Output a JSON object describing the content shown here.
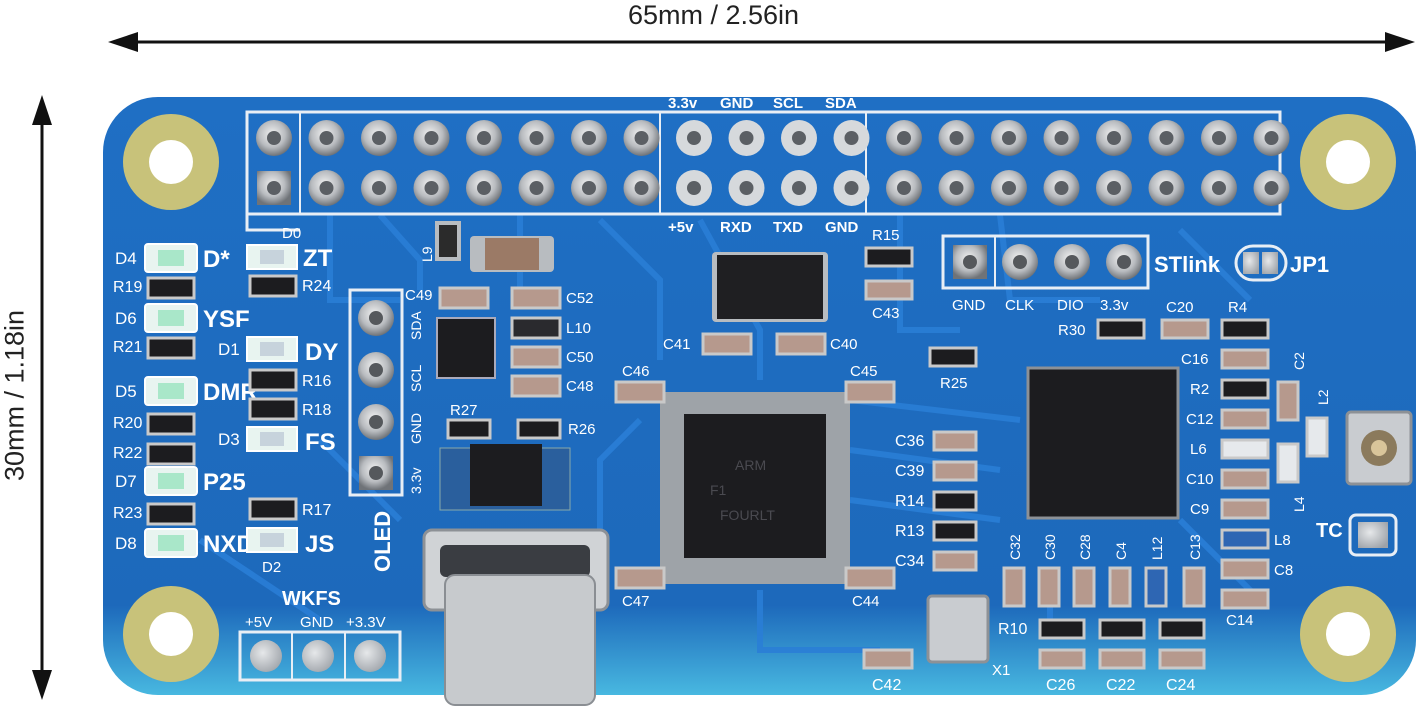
{
  "dimensions": {
    "width_label": "65mm / 2.56in",
    "height_label": "30mm / 1.18in"
  },
  "colors": {
    "pcb": "#1f6fc4",
    "pad_gold": "#c8c27a",
    "chip": "#1c1c1f"
  },
  "header_labels_top": [
    "3.3v",
    "GND",
    "SCL",
    "SDA"
  ],
  "header_labels_bottom": [
    "+5v",
    "RXD",
    "TXD",
    "GND"
  ],
  "stlink": {
    "title": "STlink",
    "jumper": "JP1",
    "pins": [
      "GND",
      "CLK",
      "DIO",
      "3.3v"
    ]
  },
  "oled": {
    "title": "OLED",
    "pins": [
      "3.3v",
      "GND",
      "SCL",
      "SDA"
    ]
  },
  "wkfs": {
    "title": "WKFS",
    "pins": [
      "+5V",
      "GND",
      "+3.3V"
    ]
  },
  "leds_left": [
    {
      "ref": "D4",
      "label": "D*"
    },
    {
      "ref": "D6",
      "label": "YSF"
    },
    {
      "ref": "D5",
      "label": "DMR"
    },
    {
      "ref": "D7",
      "label": "P25"
    },
    {
      "ref": "D8",
      "label": "NXD"
    }
  ],
  "leds_right": [
    {
      "ref": "D0",
      "label": "ZT"
    },
    {
      "ref": "D1",
      "label": "DY"
    },
    {
      "ref": "D3",
      "label": "FS"
    },
    {
      "ref": "D2",
      "label": "JS"
    }
  ],
  "resistors_left": [
    "R19",
    "R21",
    "R20",
    "R22",
    "R23"
  ],
  "resistors_mid": [
    "R24",
    "R16",
    "R18",
    "R17"
  ],
  "components": {
    "L9": "L9",
    "C49": "C49",
    "C52": "C52",
    "L10": "L10",
    "C50": "C50",
    "C48": "C48",
    "R27": "R27",
    "R26": "R26",
    "C46": "C46",
    "C47": "C47",
    "C41": "C41",
    "C40": "C40",
    "C45": "C45",
    "C44": "C44",
    "R15": "R15",
    "C43": "C43",
    "R25": "R25",
    "R30": "R30",
    "C20": "C20",
    "R4": "R4",
    "C16": "C16",
    "R2": "R2",
    "C12": "C12",
    "L6": "L6",
    "C10": "C10",
    "C9": "C9",
    "C2": "C2",
    "L2": "L2",
    "L4": "L4",
    "TC": "TC",
    "L8": "L8",
    "C8": "C8",
    "C14": "C14",
    "C36": "C36",
    "C39": "C39",
    "R14": "R14",
    "R13": "R13",
    "C34": "C34",
    "C32": "C32",
    "C30": "C30",
    "C28": "C28",
    "C4": "C4",
    "L12": "L12",
    "C13": "C13",
    "R10": "R10",
    "X1": "X1",
    "C42": "C42",
    "C26": "C26",
    "C22": "C22",
    "C24": "C24"
  },
  "chip_marking": [
    "ARM",
    "F1",
    "FOURLT"
  ]
}
